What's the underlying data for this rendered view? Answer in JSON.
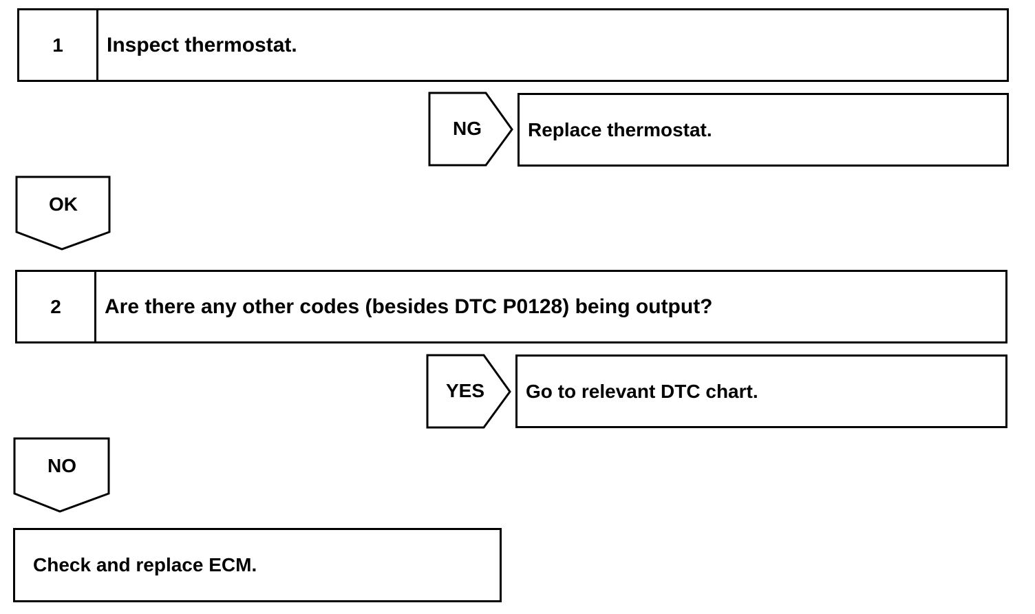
{
  "steps": [
    {
      "number": "1",
      "question": "Inspect thermostat.",
      "branch": {
        "label": "NG",
        "action": "Replace thermostat."
      },
      "continue_label": "OK"
    },
    {
      "number": "2",
      "question": "Are there any other codes (besides DTC P0128) being output?",
      "branch": {
        "label": "YES",
        "action": "Go to relevant DTC chart."
      },
      "continue_label": "NO"
    }
  ],
  "final_action": "Check and replace ECM."
}
